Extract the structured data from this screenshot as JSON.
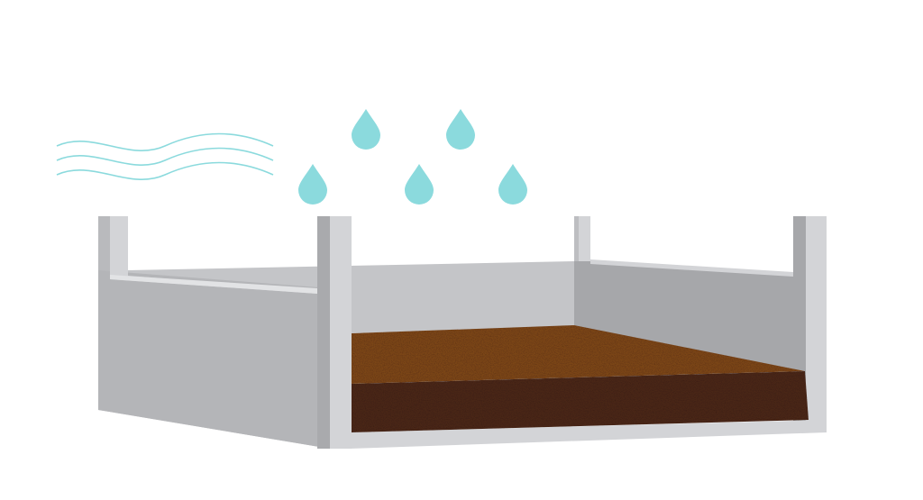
{
  "illustration": {
    "wind": {
      "icon": "wind-icon",
      "line_count": 3
    },
    "rain": {
      "icon": "water-drop-icon",
      "drop_count": 5
    },
    "bed": {
      "icon": "raised-bed-icon",
      "layers": [
        {
          "name": "topsoil",
          "color": "#7a4416"
        },
        {
          "name": "subsoil",
          "color": "#4a2716"
        }
      ]
    },
    "colors": {
      "water": "#8bdadd",
      "wall_light": "#d3d4d7",
      "wall_mid": "#c4c5c8",
      "wall_dark": "#a6a7aa",
      "wall_inner": "#bdbec1",
      "topsoil": "#7a4416",
      "subsoil": "#4a2716"
    }
  }
}
